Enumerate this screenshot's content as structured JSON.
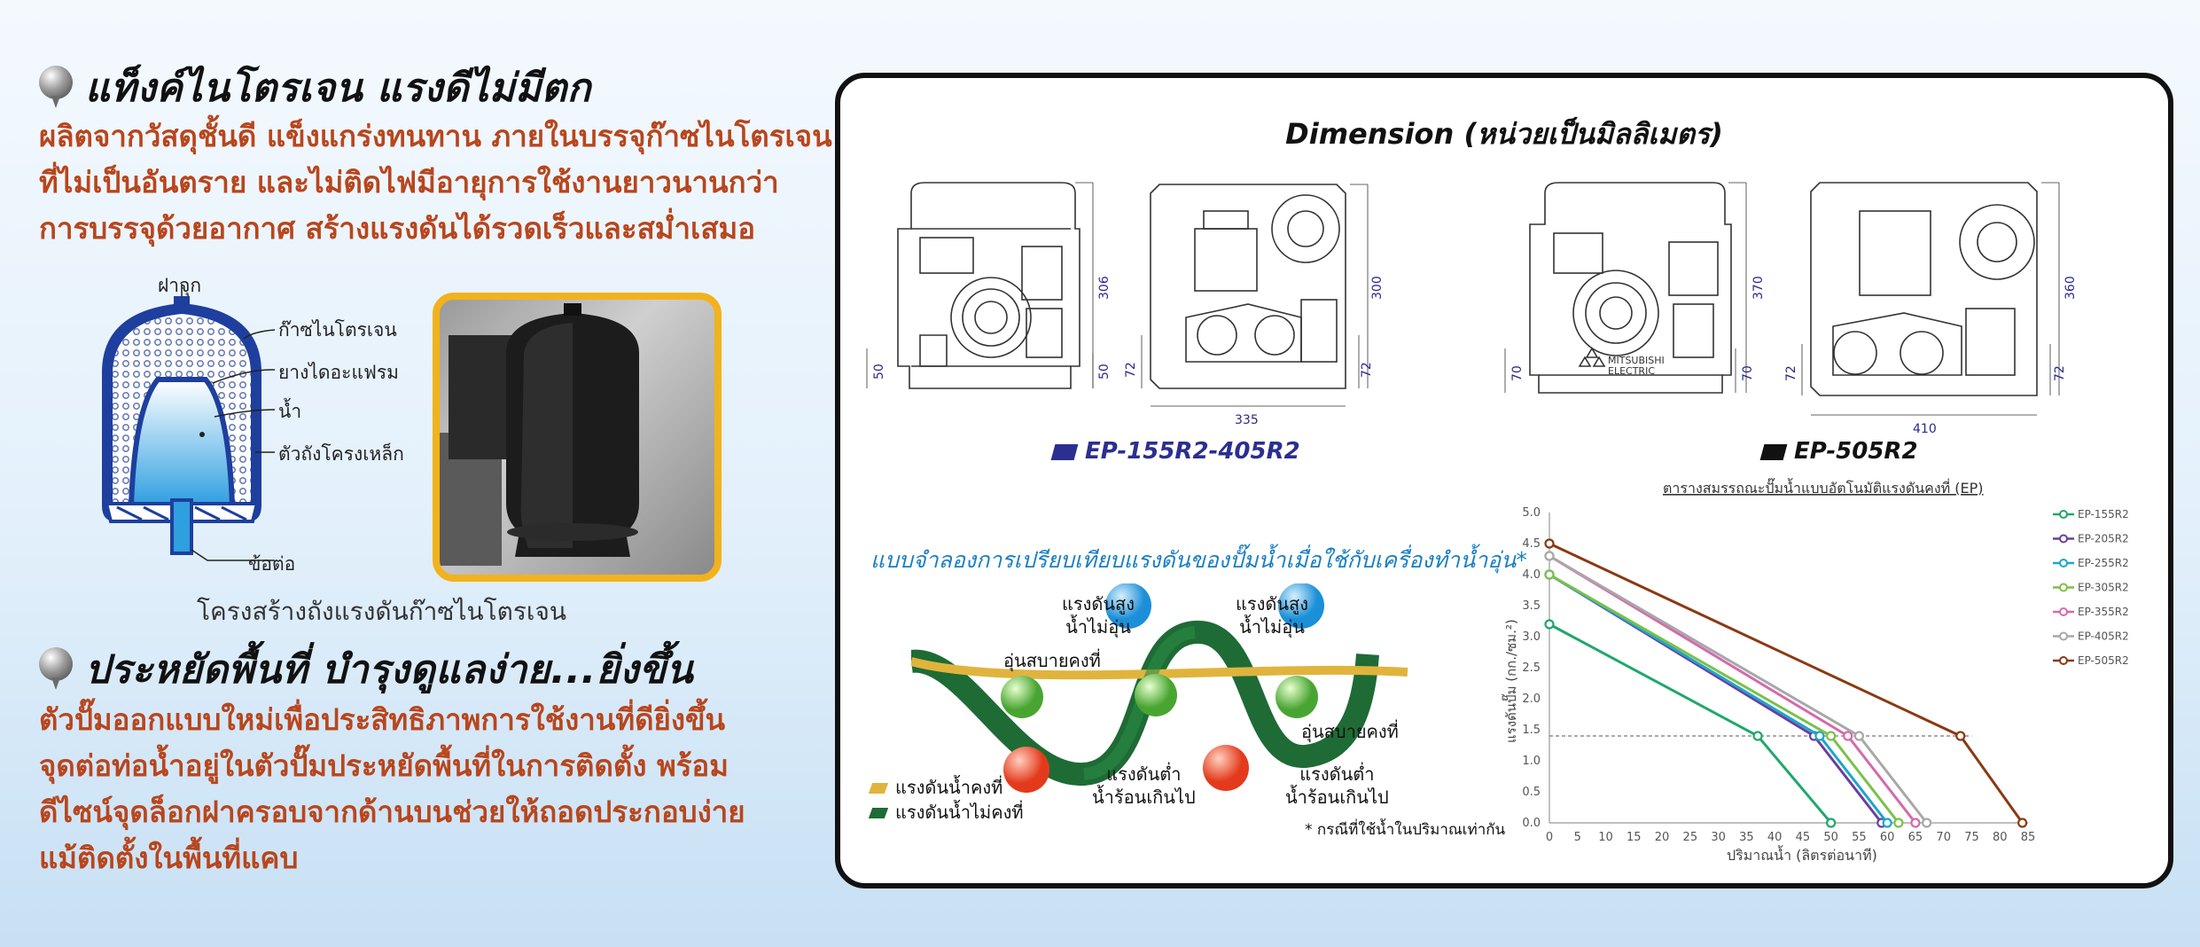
{
  "left": {
    "section1": {
      "heading": "แท็งค์ไนโตรเจน แรงดีไม่มีตก",
      "lines": [
        "ผลิตจากวัสดุชั้นดี แข็งแกร่งทนทาน ภายในบรรจุก๊าซไนโตรเจน",
        "ที่ไม่เป็นอันตราย และไม่ติดไฟมีอายุการใช้งานยาวนานกว่า",
        "การบรรจุด้วยอากาศ สร้างแรงดันได้รวดเร็วและสม่ำเสมอ"
      ]
    },
    "tank_diagram": {
      "labels": {
        "cap": "ฝาจุก",
        "nitrogen": "ก๊าซไนโตรเจน",
        "diaphragm": "ยางไดอะแฟรม",
        "water": "น้ำ",
        "steel_body": "ตัวถังโครงเหล็ก",
        "connector": "ข้อต่อ"
      },
      "caption": "โครงสร้างถังแรงดันก๊าซไนโตรเจน"
    },
    "section2": {
      "heading": "ประหยัดพื้นที่ บำรุงดูแลง่าย...ยิ่งขึ้น",
      "lines": [
        "ตัวปั๊มออกแบบใหม่เพื่อประสิทธิภาพการใช้งานที่ดียิ่งขึ้น",
        "จุดต่อท่อน้ำอยู่ในตัวปั๊มประหยัดพื้นที่ในการติดตั้ง พร้อม",
        "ดีไซน์จุดล็อกฝาครอบจากด้านบนช่วยให้ถอดประกอบง่าย",
        "แม้ติดตั้งในพื้นที่แคบ"
      ]
    }
  },
  "panel": {
    "dimension_title": "Dimension (หน่วยเป็นมิลลิเมตร)",
    "drawing1": {
      "model": "EP-155R2-405R2",
      "model_color": "#2b2f8f",
      "dims": {
        "h1": "306",
        "b1": "50",
        "b1l": "50",
        "h2": "300",
        "b2": "72",
        "b2r": "72",
        "w": "335"
      }
    },
    "drawing2": {
      "model": "EP-505R2",
      "model_color": "#111111",
      "dims": {
        "h1": "370",
        "b1": "70",
        "b1r": "70",
        "h2": "360",
        "b2": "72",
        "b2r": "72",
        "w": "410"
      },
      "brand": "MITSUBISHI",
      "brand2": "ELECTRIC"
    },
    "simulation": {
      "title": "แบบจำลองการเปรียบเทียบแรงดันของปั๊มน้ำเมื่อใช้กับเครื่องทำน้ำอุ่น*",
      "high1": [
        "แรงดันสูง",
        "น้ำไม่อุ่น"
      ],
      "high2": [
        "แรงดันสูง",
        "น้ำไม่อุ่น"
      ],
      "comfy1": "อุ่นสบายคงที่",
      "comfy2": "อุ่นสบายคงที่",
      "low1": [
        "แรงดันต่ำ",
        "น้ำร้อนเกินไป"
      ],
      "low2": [
        "แรงดันต่ำ",
        "น้ำร้อนเกินไป"
      ],
      "legend_constant": "แรงดันน้ำคงที่",
      "legend_unstable": "แรงดันน้ำไม่คงที่",
      "footnote": "* กรณีที่ใช้น้ำในปริมาณเท่ากัน",
      "gold": "#e0b43c",
      "green": "#1e6b35"
    }
  },
  "chart_data": {
    "type": "line",
    "title": "ตารางสมรรถณะปั๊มน้ำแบบอัตโนมัติแรงดันคงที่ (EP)",
    "xlabel": "ปริมาณน้ำ (ลิตรต่อนาที)",
    "ylabel": "แรงดันปั๊ม (กก./ซม.²)",
    "xlim": [
      0,
      85
    ],
    "ylim": [
      0,
      5.0
    ],
    "xticks": [
      "0",
      "5",
      "10",
      "15",
      "20",
      "25",
      "30",
      "35",
      "40",
      "45",
      "50",
      "55",
      "60",
      "65",
      "70",
      "75",
      "80",
      "85"
    ],
    "yticks": [
      "0.0",
      "0.5",
      "1.0",
      "1.5",
      "2.0",
      "2.5",
      "3.0",
      "3.5",
      "4.0",
      "4.5",
      "5.0"
    ],
    "reference_y": 1.4,
    "grid": false,
    "legend_position": "right",
    "series": [
      {
        "name": "EP-155R2",
        "color": "#1fa86a",
        "points": [
          [
            0,
            3.2
          ],
          [
            37,
            1.4
          ],
          [
            50,
            0
          ]
        ]
      },
      {
        "name": "EP-205R2",
        "color": "#6a3fa0",
        "points": [
          [
            0,
            4.0
          ],
          [
            47,
            1.4
          ],
          [
            59,
            0
          ]
        ]
      },
      {
        "name": "EP-255R2",
        "color": "#1ba7c9",
        "points": [
          [
            0,
            4.0
          ],
          [
            48,
            1.4
          ],
          [
            60,
            0
          ]
        ]
      },
      {
        "name": "EP-305R2",
        "color": "#7cc04a",
        "points": [
          [
            0,
            4.0
          ],
          [
            50,
            1.4
          ],
          [
            62,
            0
          ]
        ]
      },
      {
        "name": "EP-355R2",
        "color": "#d46aac",
        "points": [
          [
            0,
            4.3
          ],
          [
            53,
            1.4
          ],
          [
            65,
            0
          ]
        ]
      },
      {
        "name": "EP-405R2",
        "color": "#a8a8a8",
        "points": [
          [
            0,
            4.3
          ],
          [
            55,
            1.4
          ],
          [
            67,
            0
          ]
        ]
      },
      {
        "name": "EP-505R2",
        "color": "#8b3a12",
        "points": [
          [
            0,
            4.5
          ],
          [
            73,
            1.4
          ],
          [
            84,
            0
          ]
        ]
      }
    ]
  }
}
